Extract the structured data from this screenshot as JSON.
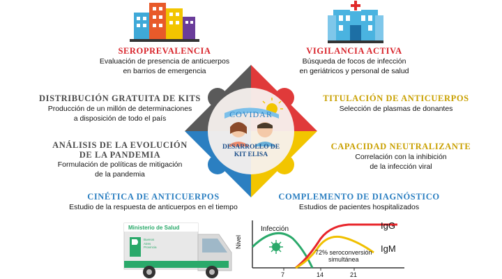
{
  "center": {
    "logo": "COVIDAR",
    "subtitle_line1": "DESARROLLO DE",
    "subtitle_line2": "KIT ELISA"
  },
  "items": {
    "seroprevalencia": {
      "title": "SEROPREVALENCIA",
      "desc1": "Evaluación de presencia de anticuerpos",
      "desc2": "en barrios de emergencia"
    },
    "vigilancia": {
      "title": "VIGILANCIA ACTIVA",
      "desc1": "Búsqueda de focos de infección",
      "desc2": "en geriátricos y personal de salud"
    },
    "distribucion": {
      "title": "DISTRIBUCIÓN GRATUITA DE KITS",
      "desc1": "Producción de un millón de determinaciones",
      "desc2": "a disposición de todo el país"
    },
    "titulacion": {
      "title": "TITULACIÓN DE ANTICUERPOS",
      "desc1": "Selección de plasmas de donantes"
    },
    "analisis": {
      "title1": "ANÁLISIS DE LA EVOLUCIÓN",
      "title2": "DE LA PANDEMIA",
      "desc1": "Formulación de políticas de mitigación",
      "desc2": "de la pandemia"
    },
    "capacidad": {
      "title": "CAPACIDAD NEUTRALIZANTE",
      "desc1": "Correlación con la inhibición",
      "desc2": "de la infección viral"
    },
    "cinetica": {
      "title": "CINÉTICA DE ANTICUERPOS",
      "desc1": "Estudio de la respuesta de anticuerpos en el tiempo"
    },
    "complemento": {
      "title": "COMPLEMENTO DE DIAGNÓSTICO",
      "desc1": "Estudios de pacientes hospitalizados"
    }
  },
  "truck": {
    "label": "Ministerio de Salud",
    "logo_line1": "Buenos",
    "logo_line2": "Aires",
    "logo_line3": "Provincia"
  },
  "graph": {
    "ylabel": "Nivel",
    "infection_label": "Infección",
    "igg_label": "IgG",
    "igm_label": "IgM",
    "note_line1": "72% seroconversión",
    "note_line2": "simultánea",
    "x_ticks": [
      "7",
      "14",
      "21"
    ]
  },
  "colors": {
    "red": "#d8232a",
    "gold": "#f2c500",
    "blue": "#2b7fc1",
    "green": "#2aa96a",
    "dark": "#4a4a4a",
    "igg_curve": "#e8242a",
    "igm_curve": "#f0c000",
    "infection_curve": "#2aa96a"
  }
}
